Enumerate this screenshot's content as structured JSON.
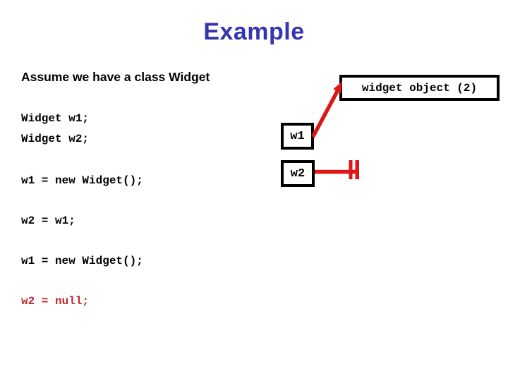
{
  "slide": {
    "title": "Example",
    "subtitle": "Assume we have a class Widget",
    "code_lines": [
      {
        "text": "Widget w1;"
      },
      {
        "text": "Widget w2;"
      },
      {
        "text": "w1 = new Widget();"
      },
      {
        "text": "w2 = w1;"
      },
      {
        "text": "w1 = new Widget();"
      },
      {
        "text": "w2 = null;"
      }
    ],
    "diagram": {
      "object_box": {
        "label": "widget object (2)"
      },
      "ref_boxes": [
        {
          "label": "w1"
        },
        {
          "label": "w2"
        }
      ],
      "w1_pointer": "arrow-to-widget-object",
      "w2_pointer": "null-double-bar-terminator"
    },
    "colors": {
      "title_blue": "#3535ae",
      "code_black": "#000000",
      "code_red": "#c2262b",
      "line_red": "#dd1717",
      "box_border": "#000000",
      "background": "#ffffff"
    }
  }
}
